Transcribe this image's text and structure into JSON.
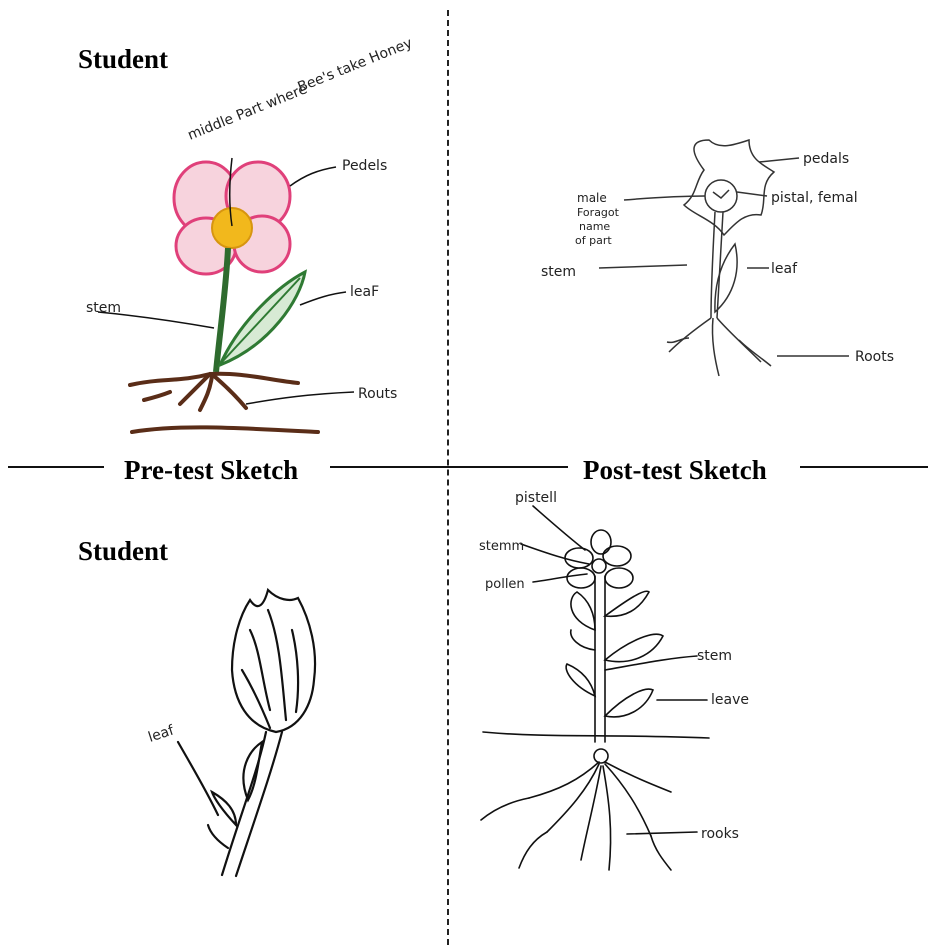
{
  "headings": {
    "student_top": "Student",
    "student_bottom": "Student",
    "pre_test": "Pre-test Sketch",
    "post_test": "Post-test Sketch"
  },
  "sketch_top_left": {
    "labels": {
      "middle_part_line1": "middle Part where",
      "middle_part_line2": "Bee's take Honey",
      "petals": "Pedels",
      "leaf": "leaF",
      "stem": "stem",
      "roots": "Routs"
    },
    "colors": {
      "petals": "#e0407a",
      "center": "#f2b81c",
      "stem": "#2e6b2e",
      "leaf": "#2f7a33",
      "roots": "#5a2d18"
    }
  },
  "sketch_top_right": {
    "labels": {
      "petals": "pedals",
      "pistil": "pistal, femal",
      "male_line1": "male",
      "male_line2": "Foragot",
      "male_line3": "name",
      "male_line4": "of part",
      "stem": "stem",
      "leaf": "leaf",
      "roots": "Roots"
    }
  },
  "sketch_bottom_left": {
    "labels": {
      "leaf": "leaf"
    }
  },
  "sketch_bottom_right": {
    "labels": {
      "pistil": "pistell",
      "stem_top": "stemm",
      "pollen": "pollen",
      "stem": "stem",
      "leave": "leave",
      "roots": "rooks"
    }
  }
}
